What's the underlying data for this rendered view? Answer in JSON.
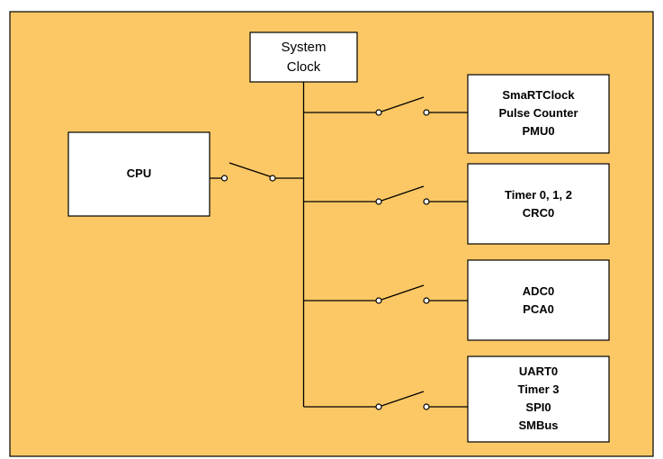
{
  "colors": {
    "panel_background": "#fcc865",
    "box_fill": "#ffffff",
    "line": "#000000"
  },
  "system_clock": {
    "lines": [
      "System",
      "Clock"
    ]
  },
  "cpu": {
    "lines": [
      "CPU"
    ]
  },
  "peripherals": [
    {
      "lines": [
        "SmaRTClock",
        "Pulse Counter",
        "PMU0"
      ]
    },
    {
      "lines": [
        "Timer 0, 1, 2",
        "CRC0"
      ]
    },
    {
      "lines": [
        "ADC0",
        "PCA0"
      ]
    },
    {
      "lines": [
        "UART0",
        "Timer 3",
        "SPI0",
        "SMBus"
      ]
    }
  ]
}
